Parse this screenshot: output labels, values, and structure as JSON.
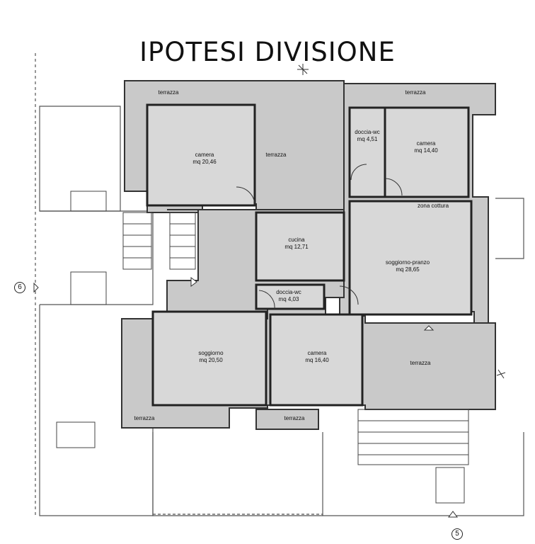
{
  "title": "IPOTESI DIVISIONE",
  "colors": {
    "fill": "#c9c9c9",
    "wall": "#333333",
    "line": "#666666"
  },
  "rooms": {
    "terrazza_top_left": {
      "name": "terrazza"
    },
    "camera_nw": {
      "name": "camera",
      "area": "mq 20,46"
    },
    "terrazza_center": {
      "name": "terrazza"
    },
    "terrazza_top_right": {
      "name": "terrazza"
    },
    "doccia_wc_ne": {
      "name": "doccia-wc",
      "area": "mq 4,51"
    },
    "camera_ne": {
      "name": "camera",
      "area": "mq 14,40"
    },
    "zona_cottura": {
      "name": "zona cottura"
    },
    "cucina": {
      "name": "cucina",
      "area": "mq 12,71"
    },
    "soggiorno_pranzo": {
      "name": "soggiorno-pranzo",
      "area": "mq 28,65"
    },
    "doccia_wc_center": {
      "name": "doccia-wc",
      "area": "mq 4,03"
    },
    "soggiorno": {
      "name": "soggiorno",
      "area": "mq 20,50"
    },
    "camera_south": {
      "name": "camera",
      "area": "mq 16,40"
    },
    "terrazza_east": {
      "name": "terrazza"
    },
    "terrazza_bottom_left": {
      "name": "terrazza"
    },
    "terrazza_bottom_center": {
      "name": "terrazza"
    }
  },
  "markers": {
    "west": "6",
    "south": "5"
  }
}
